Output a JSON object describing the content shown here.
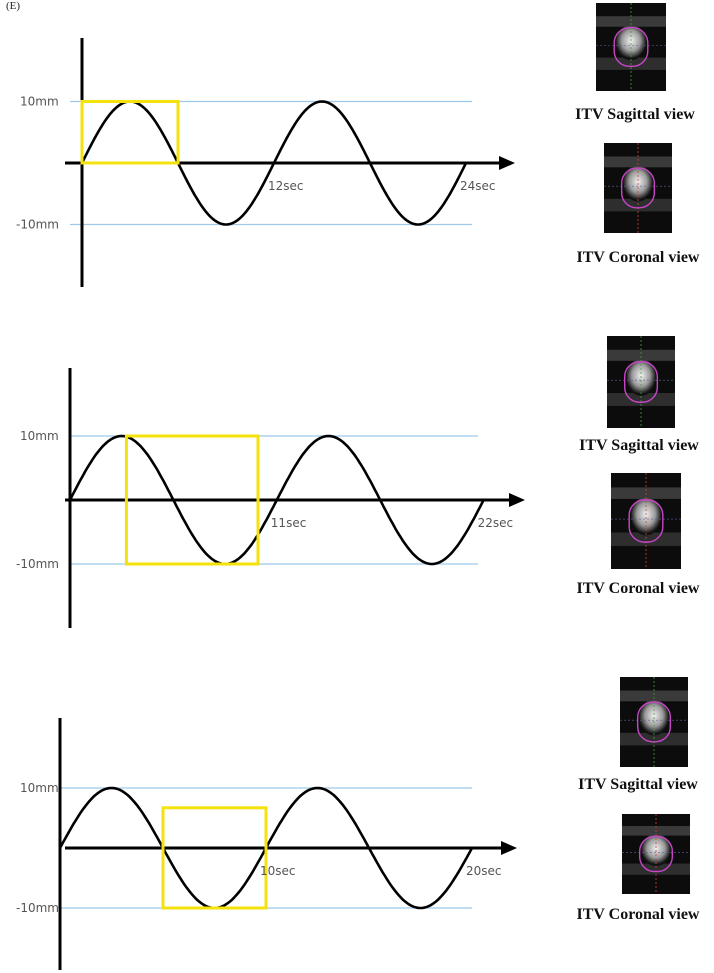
{
  "panel_label": "(E)",
  "chart_data": [
    {
      "type": "line",
      "y_ticks": [
        "10mm",
        "-10mm"
      ],
      "amplitude_mm": 10,
      "period_sec": 12,
      "x_ticks": [
        "12sec",
        "24sec"
      ],
      "x_tick_values": [
        12,
        24
      ],
      "x_range": [
        0,
        24
      ],
      "ylim": [
        -10,
        10
      ],
      "window_sec": [
        0,
        6
      ],
      "window_mm": [
        0,
        10
      ],
      "image_captions": [
        "ITV Sagittal view",
        "ITV Coronal view"
      ]
    },
    {
      "type": "line",
      "y_ticks": [
        "10mm",
        "-10mm"
      ],
      "amplitude_mm": 10,
      "period_sec": 11,
      "x_ticks": [
        "11sec",
        "22sec"
      ],
      "x_tick_values": [
        11,
        22
      ],
      "x_range": [
        0,
        22
      ],
      "ylim": [
        -10,
        10
      ],
      "window_sec": [
        3,
        10
      ],
      "window_mm": [
        -10,
        10
      ],
      "image_captions": [
        "ITV Sagittal view",
        "ITV Coronal view"
      ]
    },
    {
      "type": "line",
      "y_ticks": [
        "10mm",
        "-10mm"
      ],
      "amplitude_mm": 10,
      "period_sec": 10,
      "x_ticks": [
        "10sec",
        "20sec"
      ],
      "x_tick_values": [
        10,
        20
      ],
      "x_range": [
        0,
        20
      ],
      "ylim": [
        -10,
        10
      ],
      "window_sec": [
        5,
        10
      ],
      "window_mm": [
        -10,
        6.7
      ],
      "image_captions": [
        "ITV Sagittal view",
        "ITV Coronal view"
      ]
    }
  ],
  "colors": {
    "reference_line": "#9ec9ea",
    "window": "#f4e20c",
    "curve": "#000000",
    "contour": "#c845c8"
  }
}
